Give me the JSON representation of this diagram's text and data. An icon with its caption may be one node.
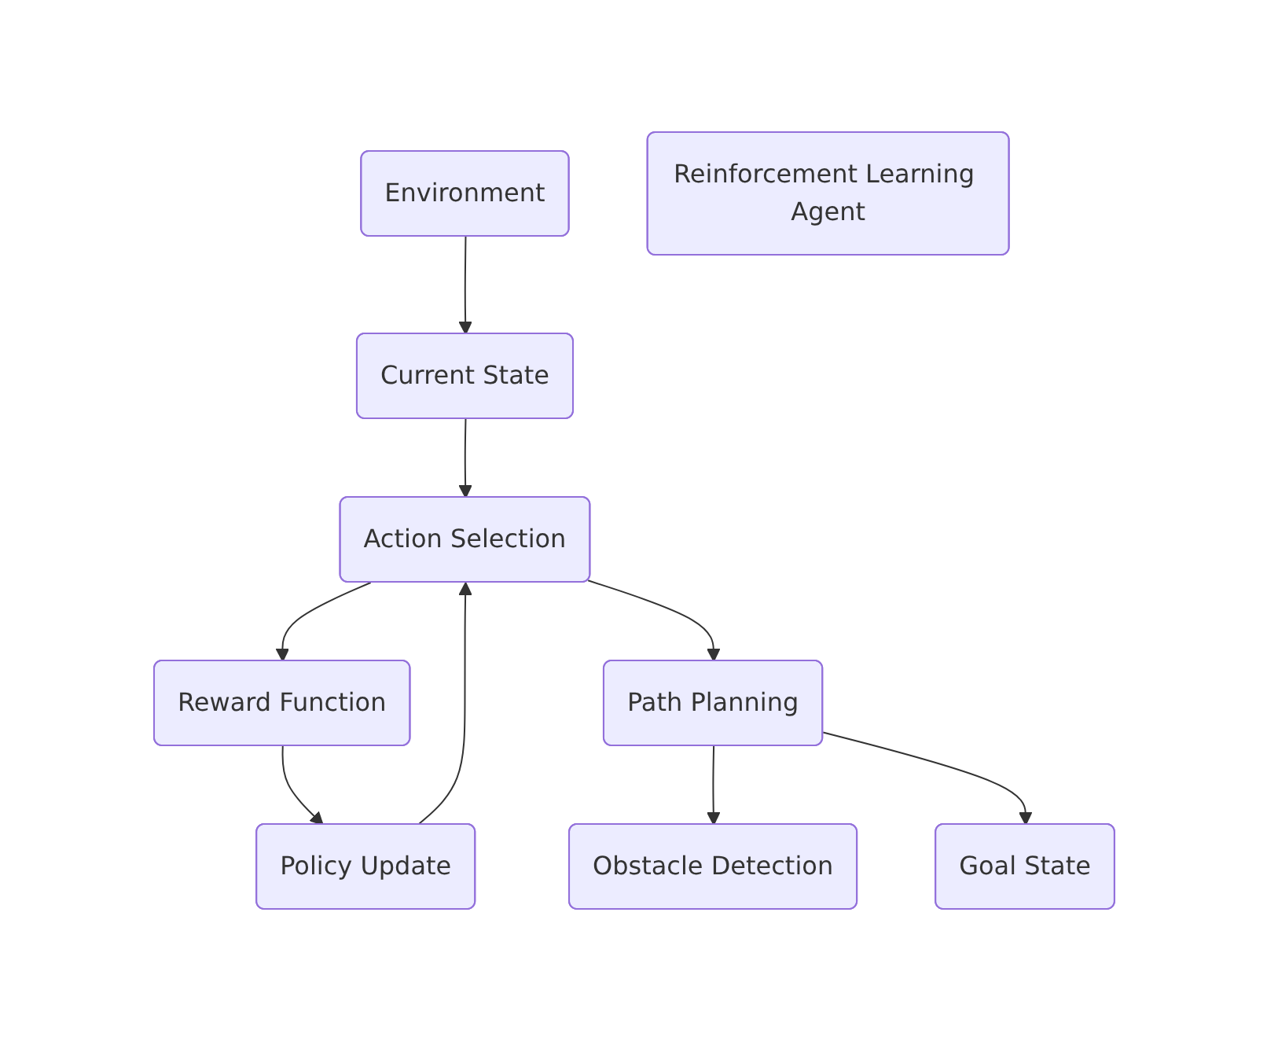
{
  "diagram": {
    "nodes": [
      {
        "text": [
          "Environment"
        ]
      },
      {
        "text": [
          "Reinforcement Learning Agent"
        ]
      },
      {
        "text": [
          "Current State"
        ]
      },
      {
        "text": [
          "Action Selection"
        ]
      },
      {
        "text": [
          "Reward Function"
        ]
      },
      {
        "text": [
          "Path Planning"
        ]
      },
      {
        "text": [
          "Policy Update"
        ]
      },
      {
        "text": [
          "Obstacle Detection"
        ]
      },
      {
        "text": [
          "Goal State"
        ]
      }
    ],
    "edges": [
      {
        "from": 0,
        "to": 2,
        "arrow": "to"
      },
      {
        "from": 2,
        "to": 3,
        "arrow": "to"
      },
      {
        "from": 3,
        "to": 4,
        "arrow": "to"
      },
      {
        "from": 3,
        "to": 5,
        "arrow": "to"
      },
      {
        "from": 4,
        "to": 6,
        "arrow": "to"
      },
      {
        "from": 6,
        "to": 3,
        "arrow": "to"
      },
      {
        "from": 5,
        "to": 7,
        "arrow": "to"
      },
      {
        "from": 5,
        "to": 8,
        "arrow": "to"
      }
    ]
  }
}
